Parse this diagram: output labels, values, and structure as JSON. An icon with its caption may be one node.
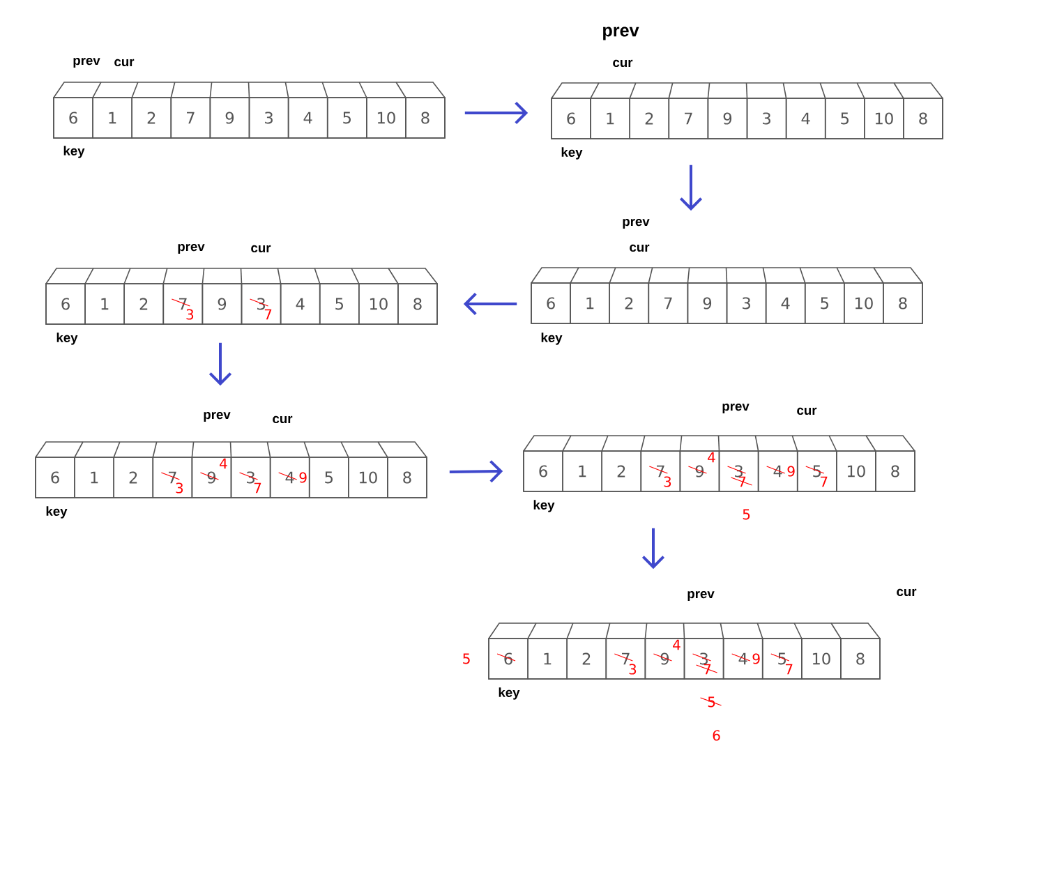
{
  "diagram": {
    "nodes": [
      {
        "text": [],
        "shape": "box",
        "beside": [
          "prev",
          "cur",
          "key"
        ]
      },
      {
        "text": [
          "6"
        ],
        "in": 0
      },
      {
        "text": [
          "1"
        ],
        "in": 0
      },
      {
        "text": [
          "2"
        ],
        "in": 0
      },
      {
        "text": [
          "7"
        ],
        "in": 0
      },
      {
        "text": [
          "9"
        ],
        "in": 0
      },
      {
        "text": [
          "3"
        ],
        "in": 0
      },
      {
        "text": [
          "4"
        ],
        "in": 0
      },
      {
        "text": [
          "5"
        ],
        "in": 0
      },
      {
        "text": [
          "10"
        ],
        "in": 0
      },
      {
        "text": [
          "8"
        ],
        "in": 0
      },
      {
        "text": [],
        "shape": "box",
        "beside": [
          "prev",
          "cur",
          "key"
        ]
      },
      {
        "text": [
          "6"
        ],
        "in": 11
      },
      {
        "text": [
          "1"
        ],
        "in": 11
      },
      {
        "text": [
          "2"
        ],
        "in": 11
      },
      {
        "text": [
          "7"
        ],
        "in": 11
      },
      {
        "text": [
          "9"
        ],
        "in": 11
      },
      {
        "text": [
          "3"
        ],
        "in": 11
      },
      {
        "text": [
          "4"
        ],
        "in": 11
      },
      {
        "text": [
          "5"
        ],
        "in": 11
      },
      {
        "text": [
          "10"
        ],
        "in": 11
      },
      {
        "text": [
          "8"
        ],
        "in": 11
      },
      {
        "text": [],
        "shape": "box",
        "beside": [
          "prev",
          "cur",
          "key"
        ]
      },
      {
        "text": [
          "6"
        ],
        "in": 22
      },
      {
        "text": [
          "1"
        ],
        "in": 22
      },
      {
        "text": [
          "2"
        ],
        "in": 22
      },
      {
        "text": [
          "7",
          "3"
        ],
        "in": 22
      },
      {
        "text": [
          "9"
        ],
        "in": 22
      },
      {
        "text": [
          "3",
          "7"
        ],
        "in": 22
      },
      {
        "text": [
          "4"
        ],
        "in": 22
      },
      {
        "text": [
          "5"
        ],
        "in": 22
      },
      {
        "text": [
          "10"
        ],
        "in": 22
      },
      {
        "text": [
          "8"
        ],
        "in": 22
      },
      {
        "text": [],
        "shape": "box",
        "beside": [
          "prev",
          "cur",
          "key"
        ]
      },
      {
        "text": [
          "6"
        ],
        "in": 33
      },
      {
        "text": [
          "1"
        ],
        "in": 33
      },
      {
        "text": [
          "2"
        ],
        "in": 33
      },
      {
        "text": [
          "7"
        ],
        "in": 33
      },
      {
        "text": [
          "9"
        ],
        "in": 33
      },
      {
        "text": [
          "3"
        ],
        "in": 33
      },
      {
        "text": [
          "4"
        ],
        "in": 33
      },
      {
        "text": [
          "5"
        ],
        "in": 33
      },
      {
        "text": [
          "10"
        ],
        "in": 33
      },
      {
        "text": [
          "8"
        ],
        "in": 33
      },
      {
        "text": [],
        "shape": "box",
        "beside": [
          "prev",
          "cur",
          "key"
        ]
      },
      {
        "text": [
          "6"
        ],
        "in": 44
      },
      {
        "text": [
          "1"
        ],
        "in": 44
      },
      {
        "text": [
          "2"
        ],
        "in": 44
      },
      {
        "text": [
          "7",
          "3"
        ],
        "in": 44
      },
      {
        "text": [
          "9",
          "4"
        ],
        "in": 44
      },
      {
        "text": [
          "3",
          "7"
        ],
        "in": 44
      },
      {
        "text": [
          "4",
          "9"
        ],
        "in": 44
      },
      {
        "text": [
          "5"
        ],
        "in": 44
      },
      {
        "text": [
          "10"
        ],
        "in": 44
      },
      {
        "text": [
          "8"
        ],
        "in": 44
      },
      {
        "text": [],
        "shape": "box",
        "beside": [
          "prev",
          "cur",
          "key"
        ]
      },
      {
        "text": [
          "6"
        ],
        "in": 55
      },
      {
        "text": [
          "1"
        ],
        "in": 55
      },
      {
        "text": [
          "2"
        ],
        "in": 55
      },
      {
        "text": [
          "7",
          "3"
        ],
        "in": 55
      },
      {
        "text": [
          "9",
          "4"
        ],
        "in": 55
      },
      {
        "text": [
          "3",
          "7"
        ],
        "in": 55,
        "beside": [
          "5"
        ]
      },
      {
        "text": [
          "4",
          "9"
        ],
        "in": 55
      },
      {
        "text": [
          "5",
          "7"
        ],
        "in": 55
      },
      {
        "text": [
          "10"
        ],
        "in": 55
      },
      {
        "text": [
          "8"
        ],
        "in": 55
      },
      {
        "text": [],
        "shape": "box",
        "beside": [
          "prev",
          "cur",
          "key"
        ]
      },
      {
        "text": [
          "6"
        ],
        "in": 66,
        "beside": [
          "5"
        ]
      },
      {
        "text": [
          "1"
        ],
        "in": 66
      },
      {
        "text": [
          "2"
        ],
        "in": 66
      },
      {
        "text": [
          "7",
          "3"
        ],
        "in": 66
      },
      {
        "text": [
          "9",
          "4"
        ],
        "in": 66
      },
      {
        "text": [
          "3",
          "7"
        ],
        "in": 66,
        "beside": [
          "5",
          "6"
        ]
      },
      {
        "text": [
          "4",
          "9"
        ],
        "in": 66
      },
      {
        "text": [
          "5",
          "7"
        ],
        "in": 66
      },
      {
        "text": [
          "10"
        ],
        "in": 66
      },
      {
        "text": [
          "8"
        ],
        "in": 66
      }
    ],
    "edges": [
      {
        "from": 0,
        "to": 11,
        "arrow": "to"
      },
      {
        "from": 11,
        "to": 33,
        "arrow": "to"
      },
      {
        "from": 33,
        "to": 22,
        "arrow": "to"
      },
      {
        "from": 22,
        "to": 44,
        "arrow": "to"
      },
      {
        "from": 44,
        "to": 55,
        "arrow": "to"
      },
      {
        "from": 55,
        "to": 66,
        "arrow": "to"
      }
    ]
  }
}
